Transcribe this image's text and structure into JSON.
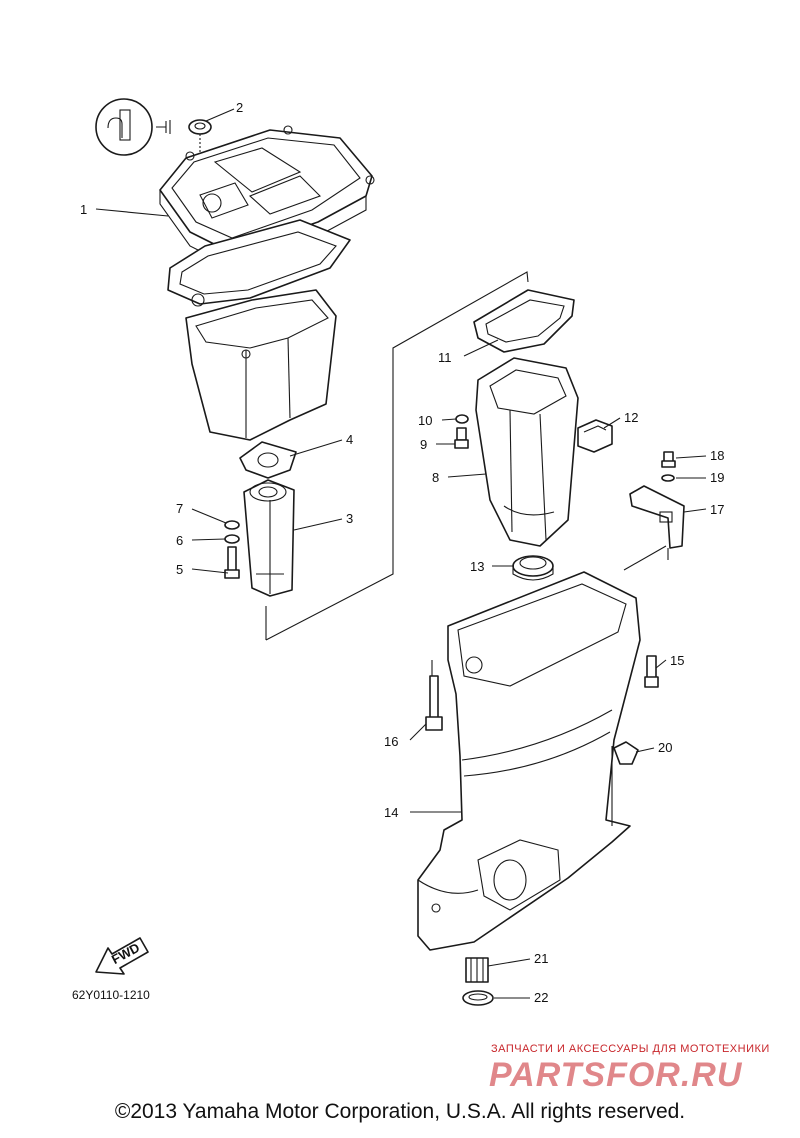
{
  "diagram": {
    "code": "62Y0110-1210",
    "fwd_label": "FWD",
    "copyright": "©2013 Yamaha Motor Corporation, U.S.A. All rights reserved.",
    "watermark": {
      "tagline": "ЗАПЧАСТИ И АКСЕССУАРЫ ДЛЯ МОТОТЕХНИКИ",
      "brand": "PARTSFOR.RU",
      "color": "#c8262b"
    },
    "callouts": [
      "1",
      "2",
      "3",
      "4",
      "5",
      "6",
      "7",
      "8",
      "9",
      "10",
      "11",
      "12",
      "13",
      "14",
      "15",
      "16",
      "17",
      "18",
      "19",
      "20",
      "21",
      "22"
    ]
  }
}
